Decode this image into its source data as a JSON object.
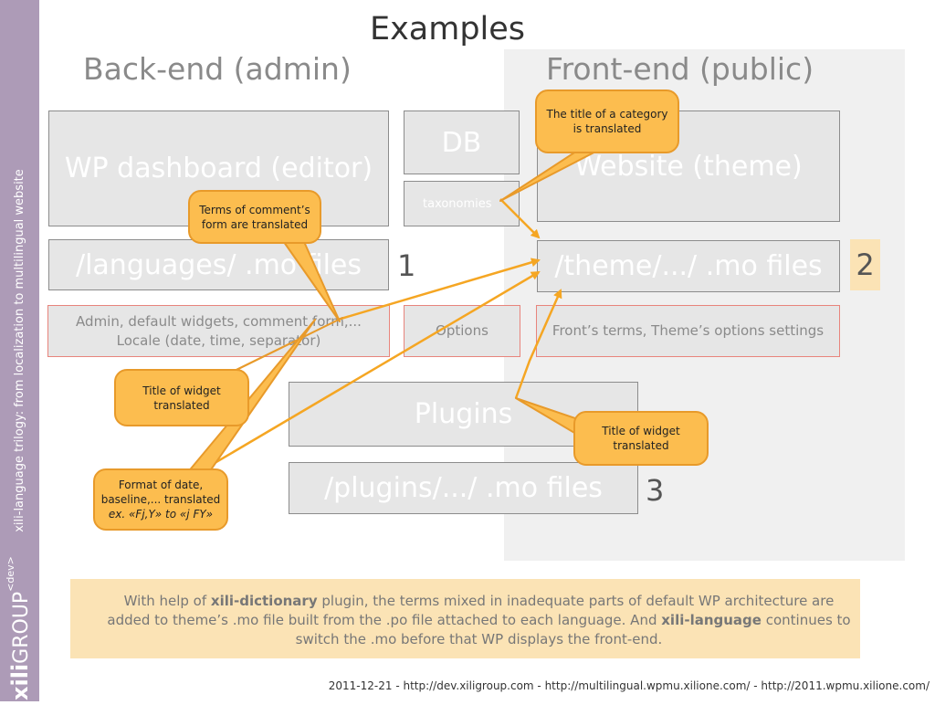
{
  "sidebar": {
    "vertical_text": "xili-language trilogy: from localization to multilingual website",
    "logo_bold": "xili",
    "logo_light": "GROUP",
    "logo_sup": "<dev>"
  },
  "slide_title": "Examples",
  "headings": {
    "backend": "Back-end (admin)",
    "frontend": "Front-end (public)"
  },
  "boxes": {
    "wp_dashboard": "WP dashboard (editor)",
    "db": "DB",
    "taxonomies": "taxonomies",
    "website": "Website (theme)",
    "languages_mo": "/languages/ .mo files",
    "theme_mo": "/theme/.../ .mo files",
    "admin_locale": "Admin, default widgets, comment form,... Locale (date, time, separator)",
    "options": "Options",
    "front_terms": "Front’s terms, Theme’s options settings",
    "plugins": "Plugins",
    "plugins_mo": "/plugins/.../ .mo files"
  },
  "numbers": {
    "n1": "1",
    "n2": "2",
    "n3": "3"
  },
  "callouts": {
    "category": "The title of a category is translated",
    "comment_form": "Terms of comment’s form are translated",
    "widget_left": "Title of widget translated",
    "widget_right": "Title of widget translated",
    "date_line1": "Format of date,",
    "date_line2": "baseline,... translated",
    "date_line3": "ex. «Fj,Y» to «j FY»"
  },
  "bottom_note": {
    "p1": "With help of ",
    "b1": "xili-dictionary",
    "p2": " plugin, the terms mixed in inadequate parts of default WP architecture are added to theme’s .mo file built from the .po file attached to each language.  And ",
    "b2": "xili-language",
    "p3": " continues to switch the .mo before that WP displays the front-end."
  },
  "footer": "2011-12-21 - http://dev.xiligroup.com - http://multilingual.wpmu.xilione.com/ - http://2011.wpmu.xilione.com/",
  "colors": {
    "sidebar": "#ad9bb7",
    "callout_fill": "#fcbd4f",
    "arrow": "#f5a623",
    "box_fill": "#e6e6e6",
    "red_border": "#e8847c",
    "note_fill": "#fbe3b5"
  }
}
